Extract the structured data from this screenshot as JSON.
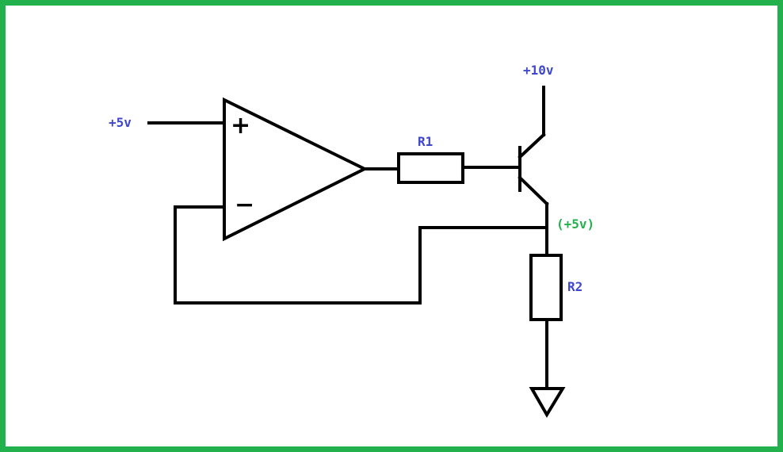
{
  "labels": {
    "input_voltage": "+5v",
    "supply_voltage": "+10v",
    "emitter_voltage": "(+5v)",
    "r1": "R1",
    "r2": "R2",
    "plus": "+",
    "minus": "−"
  },
  "colors": {
    "border": "#22b14c",
    "label": "#3f48cc",
    "node_voltage": "#22b14c",
    "wire": "#000000"
  }
}
